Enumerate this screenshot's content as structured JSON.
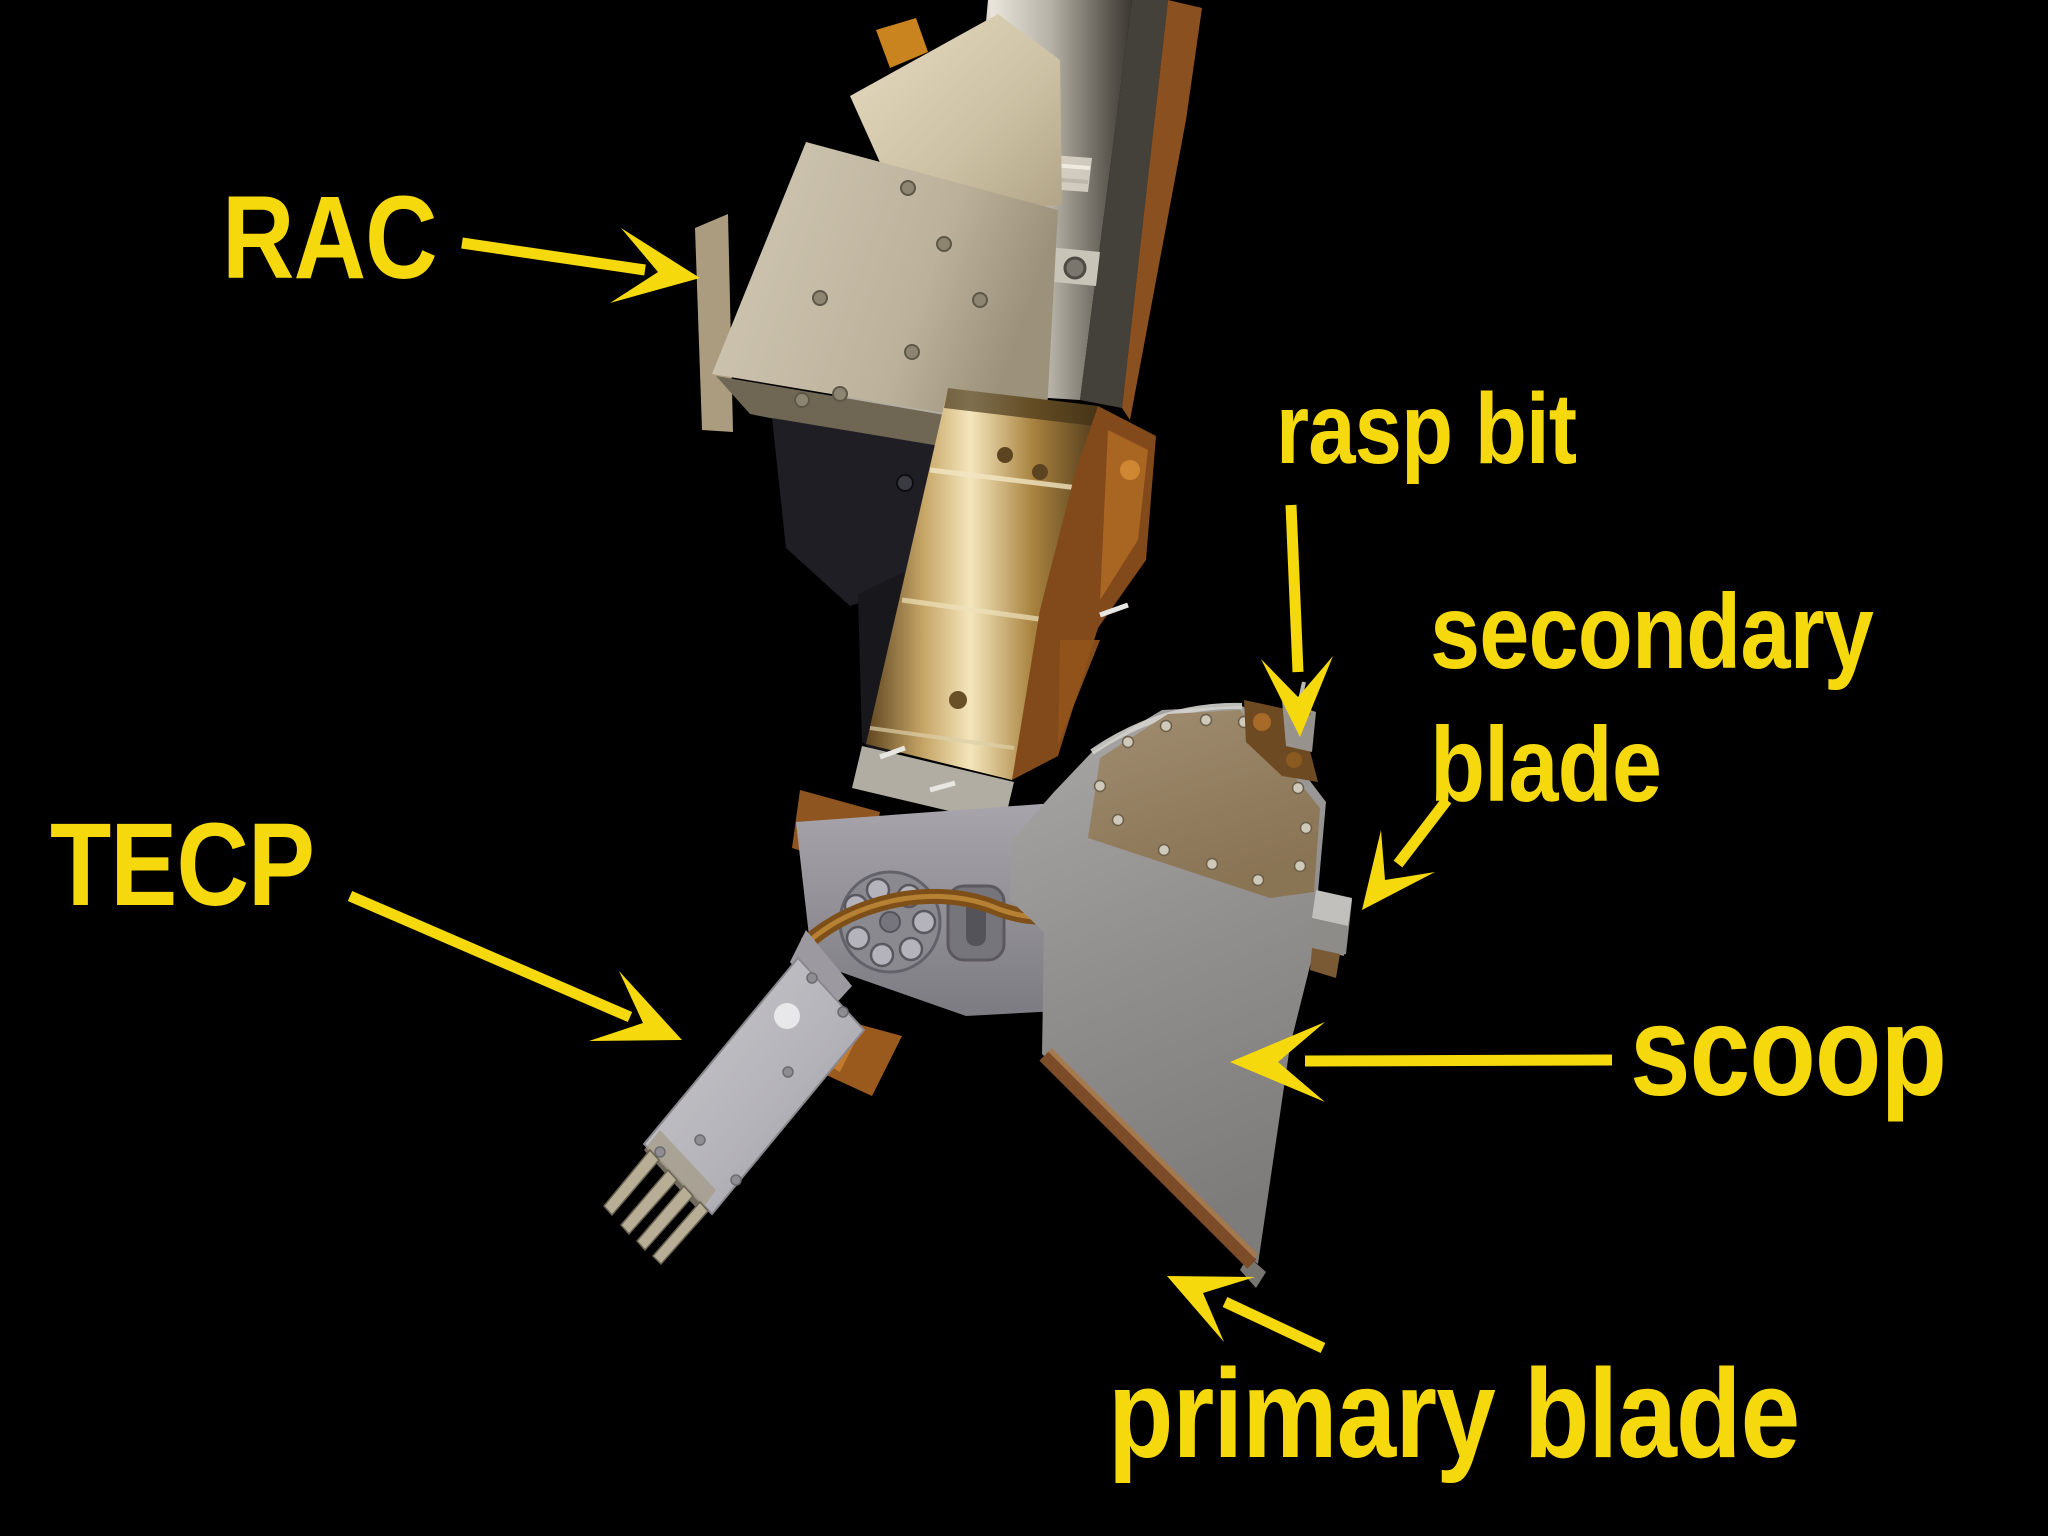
{
  "colors": {
    "background": "#000000",
    "annotation": "#f5d90d"
  },
  "labels": {
    "rac": "RAC",
    "rasp_bit": "rasp bit",
    "secondary_blade": {
      "line1": "secondary",
      "line2": "blade"
    },
    "tecp": "TECP",
    "scoop": "scoop",
    "primary_blade": "primary blade"
  }
}
